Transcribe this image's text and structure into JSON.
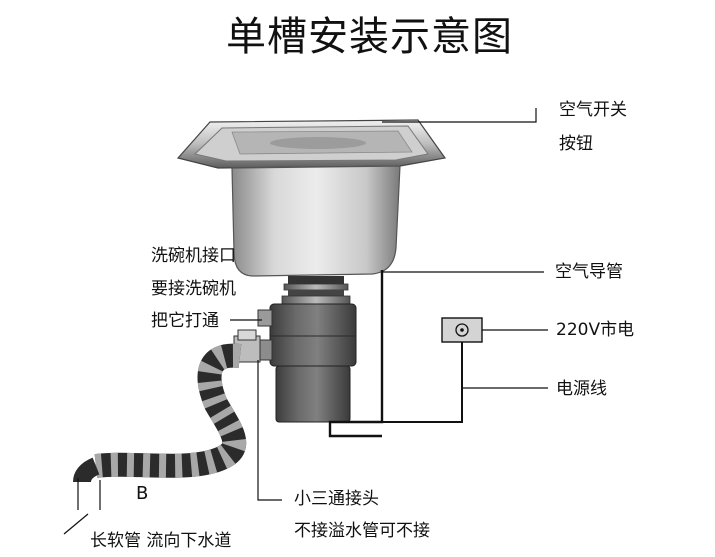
{
  "title": "单槽安装示意图",
  "labels": {
    "air_switch_line1": "空气开关",
    "air_switch_line2": "按钮",
    "air_tube": "空气导管",
    "power_outlet": "220V市电",
    "power_cord": "电源线",
    "dishwasher_line1": "洗碗机接口",
    "dishwasher_line2": "要接洗碗机",
    "dishwasher_line3": "把它打通",
    "tee_line1": "小三通接头",
    "tee_line2": "不接溢水管可不接",
    "hose_letter": "B",
    "hose_caption": "长软管  流向下水道"
  },
  "colors": {
    "steel_light": "#d9d9d9",
    "steel_dark": "#6e6e6e",
    "unit_body": "#5a5a5a",
    "hose_dark": "#2b2b2b",
    "hose_light": "#9a9a9a",
    "leader_line": "#111111"
  }
}
